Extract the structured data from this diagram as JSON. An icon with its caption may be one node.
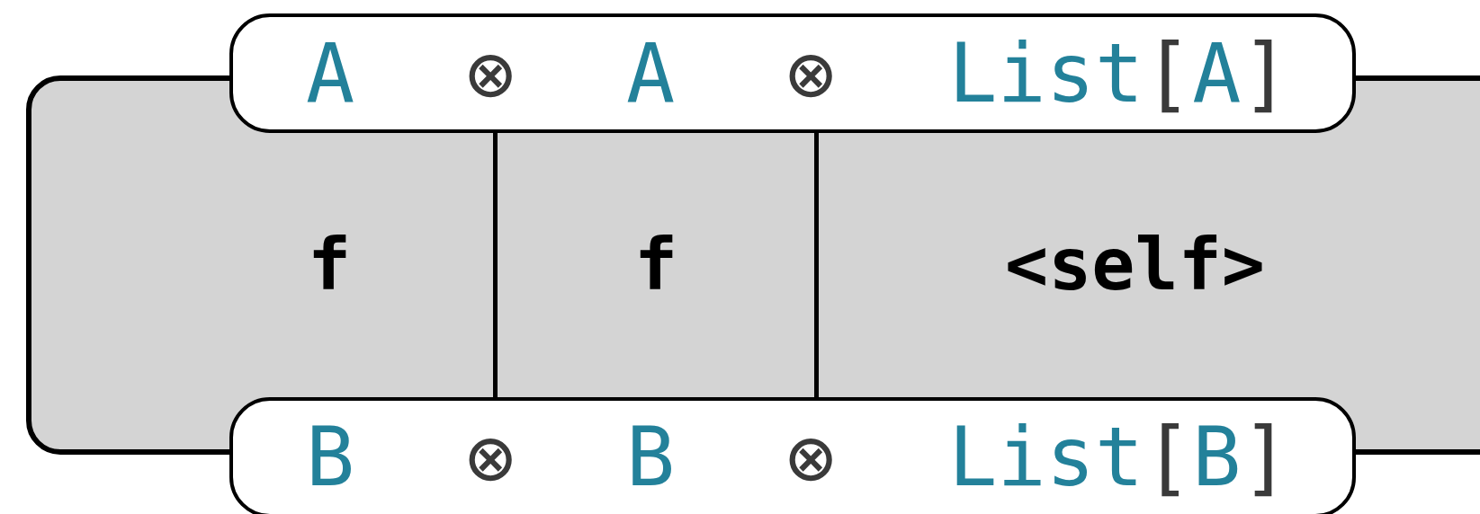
{
  "diagram": {
    "nodes": [
      {
        "text": [],
        "shape": "box"
      },
      {
        "text": [
          "A",
          "⊗",
          "A",
          "⊗",
          "List[A]"
        ]
      },
      {
        "text": [
          "f"
        ],
        "in": 0
      },
      {
        "text": [
          "f"
        ],
        "in": 0
      },
      {
        "text": [
          "<self>"
        ],
        "in": 0
      },
      {
        "text": [
          "B",
          "⊗",
          "B",
          "⊗",
          "List[B]"
        ]
      }
    ]
  }
}
